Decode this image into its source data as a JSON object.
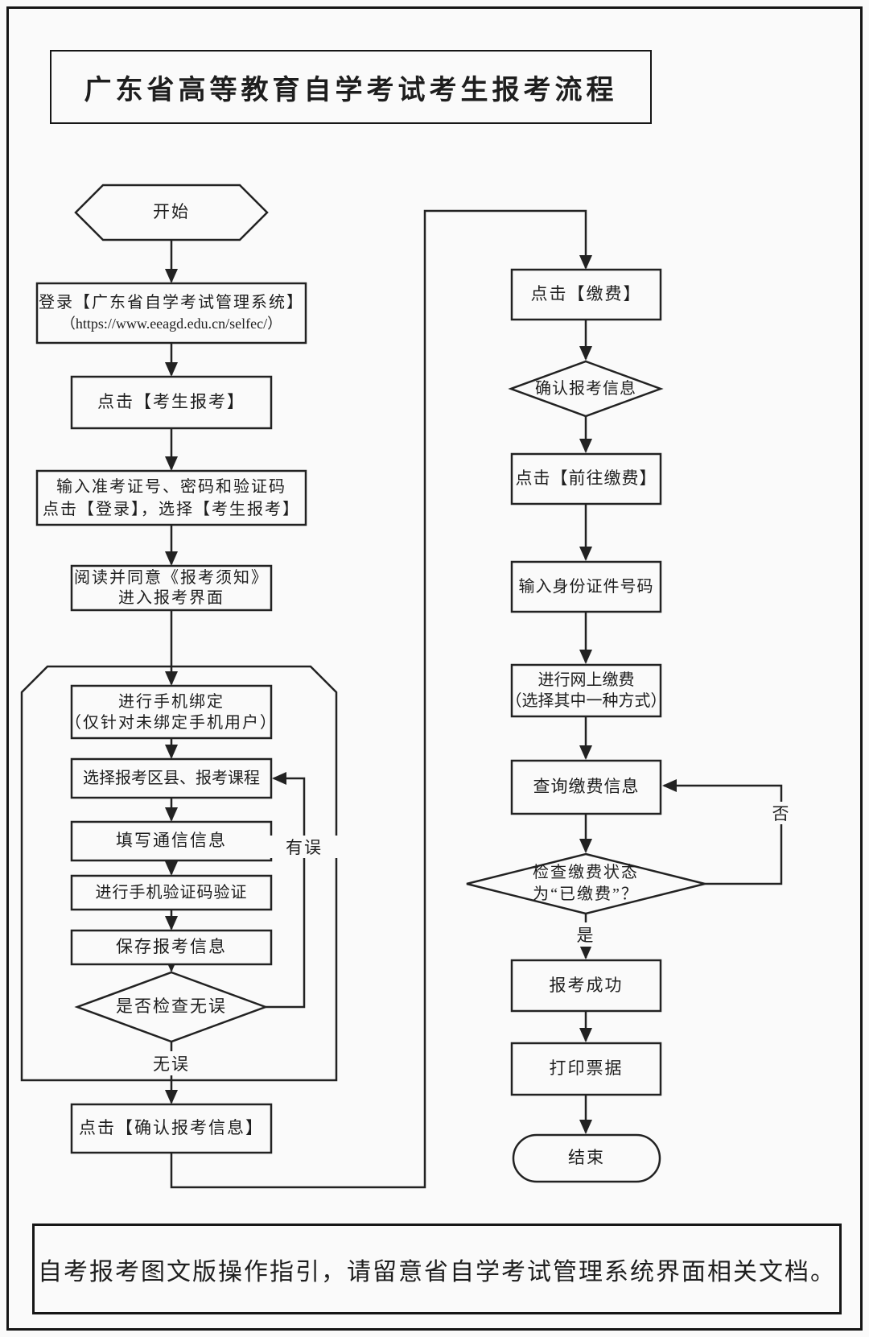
{
  "page": {
    "title": "广东省高等教育自学考试考生报考流程",
    "footer_note": "自考报考图文版操作指引，请留意省自学考试管理系统界面相关文档。",
    "colors": {
      "background": "#fafafa",
      "line": "#222222",
      "text": "#1e1e1e"
    }
  },
  "flow": {
    "start": "开始",
    "end": "结束",
    "steps_left": {
      "login_system": {
        "line1": "登录【广东省自学考试管理系统】",
        "line2": "（https://www.eeagd.edu.cn/selfec/）"
      },
      "click_candidate_register": "点击【考生报考】",
      "enter_credentials": {
        "line1": "输入准考证号、密码和验证码",
        "line2": "点击【登录】，选择【考生报考】"
      },
      "agree_notice": {
        "line1": "阅读并同意《报考须知》",
        "line2": "进入报考界面"
      },
      "bind_phone": {
        "line1": "进行手机绑定",
        "line2": "（仅针对未绑定手机用户）"
      },
      "select_district_courses": "选择报考区县、报考课程",
      "fill_contact_info": "填写通信信息",
      "phone_code_verify": "进行手机验证码验证",
      "save_register_info": "保存报考信息",
      "check_correct_decision": "是否检查无误",
      "branch_error": "有误",
      "branch_ok": "无误",
      "confirm_register_info": "点击【确认报考信息】"
    },
    "steps_right": {
      "click_pay": "点击【缴费】",
      "confirm_info_decision": "确认报考信息",
      "click_go_pay": "点击【前往缴费】",
      "enter_id_number": "输入身份证件号码",
      "online_payment": {
        "line1": "进行网上缴费",
        "line2": "（选择其中一种方式）"
      },
      "query_payment_info": "查询缴费信息",
      "check_paid_decision": {
        "line1": "检查缴费状态",
        "line2": "为“已缴费”？"
      },
      "branch_yes": "是",
      "branch_no": "否",
      "register_success": "报考成功",
      "print_receipt": "打印票据"
    }
  }
}
